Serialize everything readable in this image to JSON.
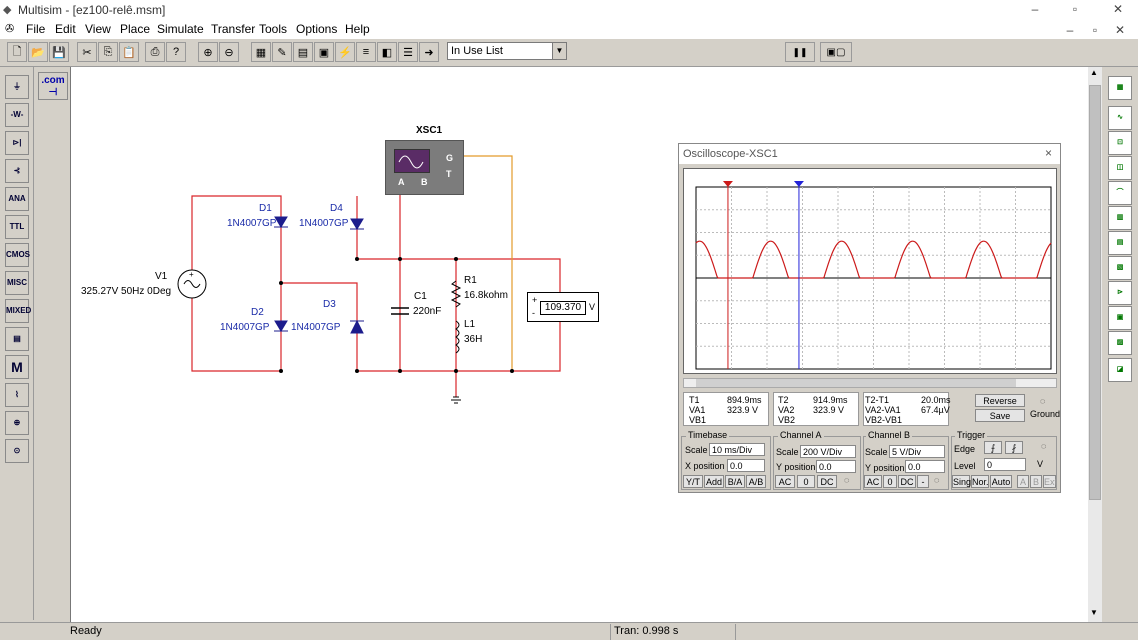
{
  "window": {
    "title": "Multisim - [ez100-relê.msm]",
    "min": "–",
    "restore": "▫",
    "close": "✕",
    "doc_min": "–",
    "doc_restore": "▫",
    "doc_close": "✕"
  },
  "menu": [
    "File",
    "Edit",
    "View",
    "Place",
    "Simulate",
    "Transfer",
    "Tools",
    "Options",
    "Help"
  ],
  "toolbar": {
    "in_use_list": "In Use List"
  },
  "left_palette": [
    "",
    "-W-",
    "",
    "",
    "ANA",
    "TTL",
    "CMOS",
    "MISC",
    "MIXED",
    "",
    "M",
    "",
    "",
    ""
  ],
  "com_button": ".com",
  "schematic": {
    "xsc1_label": "XSC1",
    "scope_a": "A",
    "scope_b": "B",
    "scope_g": "G",
    "scope_t": "T",
    "v1_name": "V1",
    "v1_value": "325.27V 50Hz 0Deg",
    "d1_name": "D1",
    "d1_model": "1N4007GP",
    "d2_name": "D2",
    "d2_model": "1N4007GP",
    "d3_name": "D3",
    "d3_model": "1N4007GP",
    "d4_name": "D4",
    "d4_model": "1N4007GP",
    "c1_name": "C1",
    "c1_value": "220nF",
    "r1_name": "R1",
    "r1_value": "16.8kohm",
    "l1_name": "L1",
    "l1_value": "36H",
    "voltmeter_reading": "109.370",
    "voltmeter_unit": "V",
    "voltmeter_plus": "+",
    "voltmeter_minus": "-"
  },
  "oscilloscope": {
    "title": "Oscilloscope-XSC1",
    "close": "×",
    "t1_label": "T1",
    "t1_time": "894.9ms",
    "t1_va": "VA1",
    "t1_va_value": "323.9 V",
    "t1_vb": "VB1",
    "t1_vb_value": "",
    "t2_label": "T2",
    "t2_time": "914.9ms",
    "t2_va": "VA2",
    "t2_va_value": "323.9 V",
    "t2_vb": "VB2",
    "t2_vb_value": "",
    "t21_label": "T2-T1",
    "t21_time": "20.0ms",
    "t21_va": "VA2-VA1",
    "t21_va_value": "67.4µV",
    "t21_vb": "VB2-VB1",
    "t21_vb_value": "",
    "reverse": "Reverse",
    "save": "Save",
    "ground": "Ground",
    "timebase": {
      "title": "Timebase",
      "scale_label": "Scale",
      "scale": "10 ms/Div",
      "xpos_label": "X position",
      "xpos": "0.0",
      "btns": [
        "Y/T",
        "Add",
        "B/A",
        "A/B"
      ]
    },
    "channel_a": {
      "title": "Channel A",
      "scale_label": "Scale",
      "scale": "200 V/Div",
      "ypos_label": "Y position",
      "ypos": "0.0",
      "btns": [
        "AC",
        "0",
        "DC"
      ]
    },
    "channel_b": {
      "title": "Channel B",
      "scale_label": "Scale",
      "scale": "5 V/Div",
      "ypos_label": "Y position",
      "ypos": "0.0",
      "btns": [
        "AC",
        "0",
        "DC",
        "-"
      ]
    },
    "trigger": {
      "title": "Trigger",
      "edge_label": "Edge",
      "level_label": "Level",
      "level": "0",
      "level_unit": "V",
      "btns": [
        "Sing.",
        "Nor.",
        "Auto",
        "A",
        "B",
        "Ext"
      ]
    }
  },
  "status": {
    "left": "Ready",
    "sim": "Tran: 0.998 s"
  },
  "colors": {
    "wire_red": "#d9262a",
    "wire_orange": "#e39b2b",
    "label_blue": "#1a2ba8",
    "trace_red": "#cc1b1b",
    "cursor_blue": "#2323d8"
  }
}
